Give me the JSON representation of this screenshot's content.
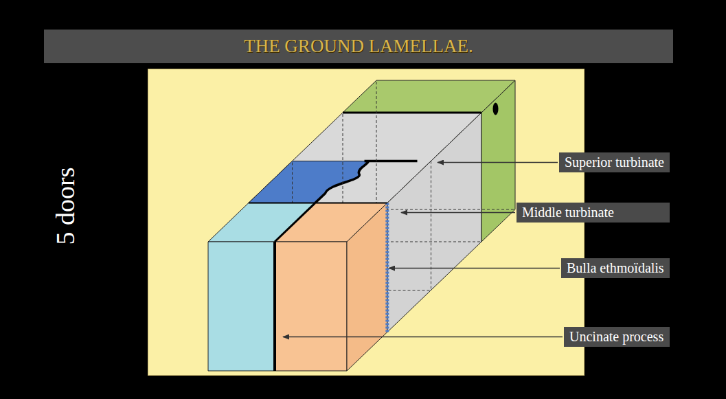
{
  "diagram": {
    "title": "THE GROUND LAMELLAE.",
    "nodes": [
      {
        "text": [
          "Superior turbinate"
        ]
      },
      {
        "text": [
          "Middle turbinate"
        ]
      },
      {
        "text": [
          "Bulla ethmoïdalis"
        ]
      },
      {
        "text": [
          "Uncinate process"
        ]
      }
    ],
    "labels": [
      "5 doors"
    ]
  }
}
